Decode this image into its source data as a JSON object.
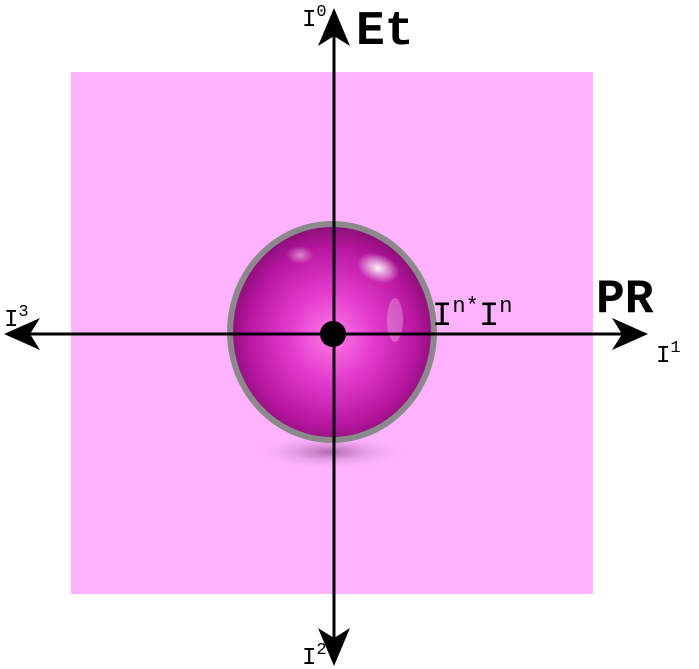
{
  "diagram": {
    "vertical_axis_label": "Et",
    "horizontal_axis_label": "PR",
    "axis_ends": {
      "top": {
        "base": "I",
        "sup": "0"
      },
      "right": {
        "base": "I",
        "sup": "1"
      },
      "bottom": {
        "base": "I",
        "sup": "2"
      },
      "left": {
        "base": "I",
        "sup": "3"
      }
    },
    "sphere_label": {
      "base1": "I",
      "sup1": "n*",
      "base2": "I",
      "sup2": "n"
    },
    "colors": {
      "background_square": "#ffb3ff",
      "sphere_core": "#e033c8",
      "sphere_rim": "#8a8a8a",
      "axes": "#000000"
    },
    "icon_names": [
      "sphere",
      "origin-dot",
      "arrowhead"
    ]
  }
}
